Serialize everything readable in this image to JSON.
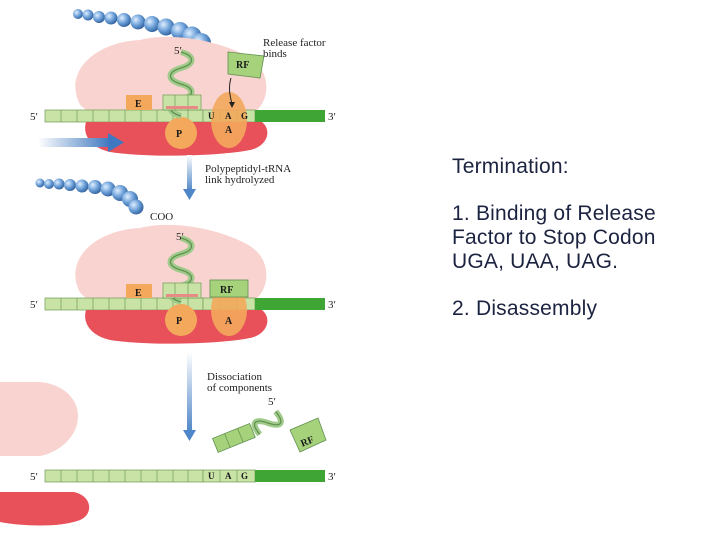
{
  "figure": {
    "labels": {
      "five_prime": "5′",
      "three_prime": "3′",
      "release_factor_binds_line1": "Release factor",
      "release_factor_binds_line2": "binds",
      "rf": "RF",
      "e_site": "E",
      "p_site": "P",
      "a_site": "A",
      "codon_u": "U",
      "codon_a": "A",
      "codon_g": "G",
      "hydrolysis_line1": "Polypeptidyl-tRNA",
      "hydrolysis_line2": "link hydrolyzed",
      "coo": "COO",
      "dissociation_line1": "Dissociation",
      "dissociation_line2": "of components"
    },
    "colors": {
      "ribosome_large": "#f8d3cf",
      "ribosome_small": "#e8505a",
      "mrna_light": "#c9e3a6",
      "mrna_dark": "#3fa636",
      "site_orange": "#f3a85c",
      "chain_blue": "#6b9fd8",
      "arrow_blue": "#4f86c8"
    }
  },
  "text": {
    "heading": "Termination:",
    "step1": "1. Binding of Release Factor to Stop Codon UGA, UAA, UAG.",
    "step2": "2. Disassembly"
  }
}
